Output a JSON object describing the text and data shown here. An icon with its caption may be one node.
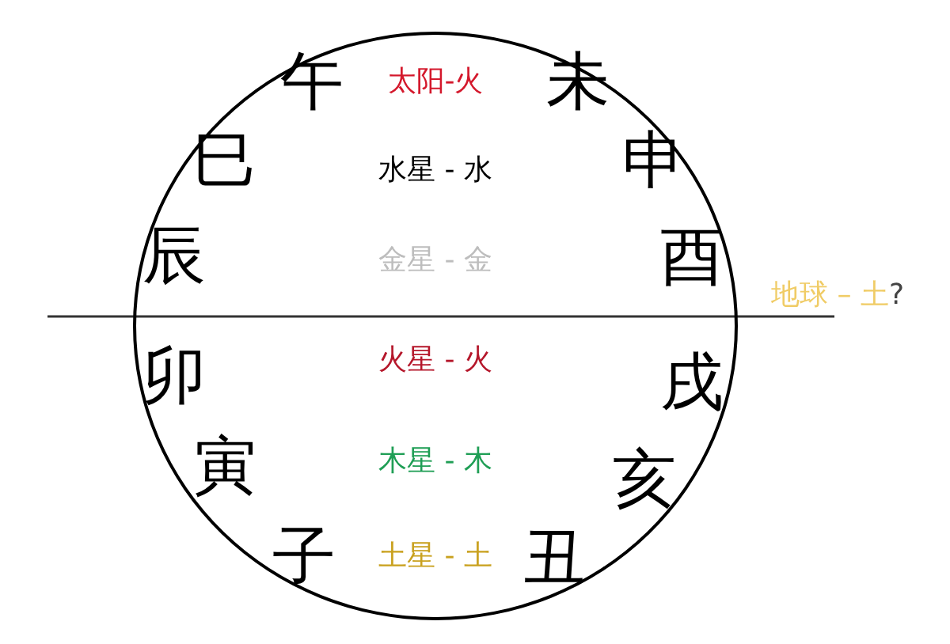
{
  "diagram": {
    "nodes": [
      {
        "text": [
          "午",
          "太阳-火",
          "未",
          "巳",
          "水星 - 水",
          "申",
          "辰",
          "金星 - 金",
          "酉",
          "卯",
          "火星 - 火",
          "戌",
          "寅",
          "木星 - 木",
          "亥",
          "子",
          "土星 - 土",
          "丑"
        ]
      }
    ],
    "labels": [
      "地球 – 土",
      "?"
    ]
  }
}
